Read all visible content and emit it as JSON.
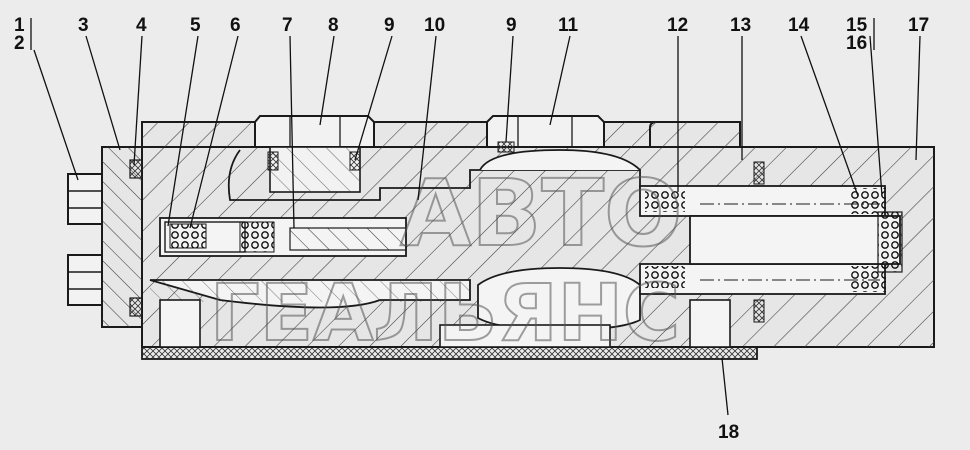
{
  "callouts": [
    {
      "id": "c1",
      "text": "1"
    },
    {
      "id": "c2",
      "text": "2"
    },
    {
      "id": "c3",
      "text": "3"
    },
    {
      "id": "c4",
      "text": "4"
    },
    {
      "id": "c5",
      "text": "5"
    },
    {
      "id": "c6",
      "text": "6"
    },
    {
      "id": "c7",
      "text": "7"
    },
    {
      "id": "c8",
      "text": "8"
    },
    {
      "id": "c9a",
      "text": "9"
    },
    {
      "id": "c10",
      "text": "10"
    },
    {
      "id": "c9b",
      "text": "9"
    },
    {
      "id": "c11",
      "text": "11"
    },
    {
      "id": "c12",
      "text": "12"
    },
    {
      "id": "c13",
      "text": "13"
    },
    {
      "id": "c14",
      "text": "14"
    },
    {
      "id": "c15",
      "text": "15"
    },
    {
      "id": "c16",
      "text": "16"
    },
    {
      "id": "c17",
      "text": "17"
    },
    {
      "id": "c18",
      "text": "18"
    }
  ],
  "watermark": {
    "line1": "АВТО",
    "line2": "ГЕАЛЬЯНС"
  },
  "colors": {
    "line": "#1a1a1a",
    "hatch": "#3a3a3a",
    "background": "#ececec",
    "body_fill": "#e6e6e6"
  }
}
